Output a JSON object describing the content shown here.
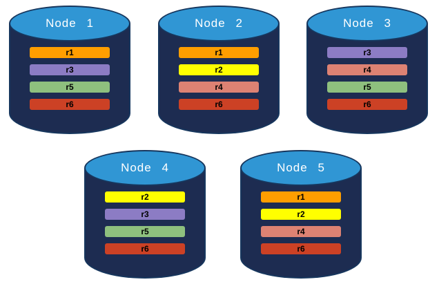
{
  "diagram": {
    "description_label": "database-replication-nodes"
  },
  "colors": {
    "cylinder_body": "#1D2C51",
    "cylinder_top_fill": "#3096D4",
    "cylinder_border": "#17375E",
    "node_label_color": "#FFFFFF",
    "replica_label_color": "#000000",
    "replica_colors": {
      "r1": "#FF9E00",
      "r2": "#FFFF00",
      "r3": "#8C7CC4",
      "r4": "#DD8273",
      "r5": "#8EC07E",
      "r6": "#CC4125"
    }
  },
  "nodes": [
    {
      "label": "Node 1",
      "replicas": [
        "r1",
        "r3",
        "r5",
        "r6"
      ]
    },
    {
      "label": "Node 2",
      "replicas": [
        "r1",
        "r2",
        "r4",
        "r6"
      ]
    },
    {
      "label": "Node 3",
      "replicas": [
        "r3",
        "r4",
        "r5",
        "r6"
      ]
    },
    {
      "label": "Node 4",
      "replicas": [
        "r2",
        "r3",
        "r5",
        "r6"
      ]
    },
    {
      "label": "Node 5",
      "replicas": [
        "r1",
        "r2",
        "r4",
        "r6"
      ]
    }
  ]
}
